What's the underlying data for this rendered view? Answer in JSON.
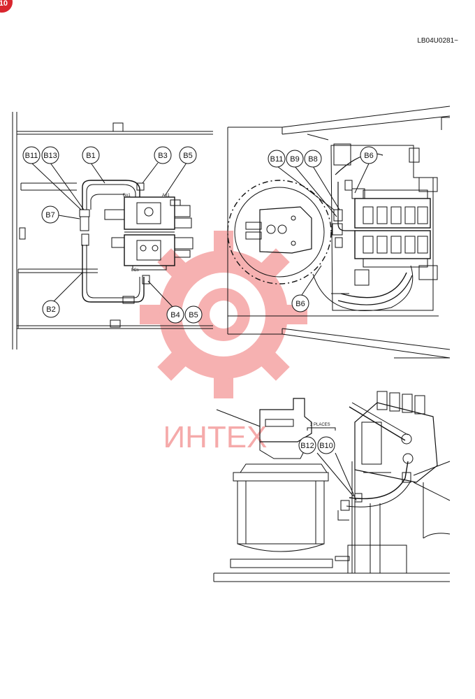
{
  "document_code": "LB04U0281~",
  "page_badge": "10",
  "watermark": {
    "text": "ИНТЕХ",
    "color": "#f07272"
  },
  "colors": {
    "line": "#111111",
    "badge": "#d9262e",
    "watermark": "#f07272"
  },
  "left_view": {
    "callouts": {
      "b11": "B11",
      "b13": "B13",
      "b1": "B1",
      "b3": "B3",
      "b5_top": "B5",
      "b7": "B7",
      "b2": "B2",
      "b4": "B4",
      "b5_bottom": "B5"
    },
    "port_labels": {
      "bo1": "Bo1",
      "ao1": "Ao1",
      "lcs": "LCs"
    }
  },
  "right_view": {
    "callouts": {
      "b11": "B11",
      "b9": "B9",
      "b8": "B8",
      "b6_top": "B6",
      "b6_bottom": "B6"
    }
  },
  "bottom_view": {
    "note": "2 PLACES",
    "callouts": {
      "b12": "B12",
      "b10": "B10"
    }
  }
}
